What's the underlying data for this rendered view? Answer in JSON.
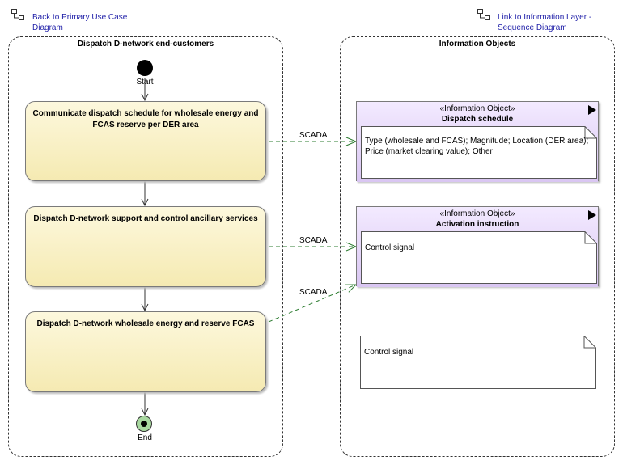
{
  "links": {
    "back_label_line1": "Back to Primary Use Case",
    "back_label_line2": "Diagram",
    "info_label_line1": "Link to Information Layer -",
    "info_label_line2": "Sequence Diagram"
  },
  "lanes": {
    "left_title": "Dispatch D-network end-customers",
    "right_title": "Information Objects"
  },
  "flow": {
    "start_label": "Start",
    "end_label": "End"
  },
  "actions": [
    {
      "line1": "Communicate dispatch schedule for wholesale energy and",
      "line2": "FCAS reserve per DER area"
    },
    {
      "line1": "Dispatch D-network support and control ancillary services",
      "line2": ""
    },
    {
      "line1": "Dispatch D-network wholesale energy and reserve FCAS",
      "line2": ""
    }
  ],
  "connectors": [
    "SCADA",
    "SCADA",
    "SCADA"
  ],
  "info_objects": [
    {
      "stereotype": "«Information Object»",
      "name": "Dispatch schedule",
      "note_line1": "Type (wholesale and FCAS); Magnitude; Location (DER area);",
      "note_line2": "Price (market clearing value); Other"
    },
    {
      "stereotype": "«Information Object»",
      "name": "Activation instruction",
      "note_line1": "Control signal",
      "note_line2": ""
    }
  ],
  "standalone_note": {
    "text": "Control signal"
  },
  "colors": {
    "action_fill": "#f5eab2",
    "info_header_fill": "#d9c6f2",
    "connector": "#2e7d32",
    "link_text": "#1f1fa8",
    "end_fill": "#a8d8a0"
  }
}
